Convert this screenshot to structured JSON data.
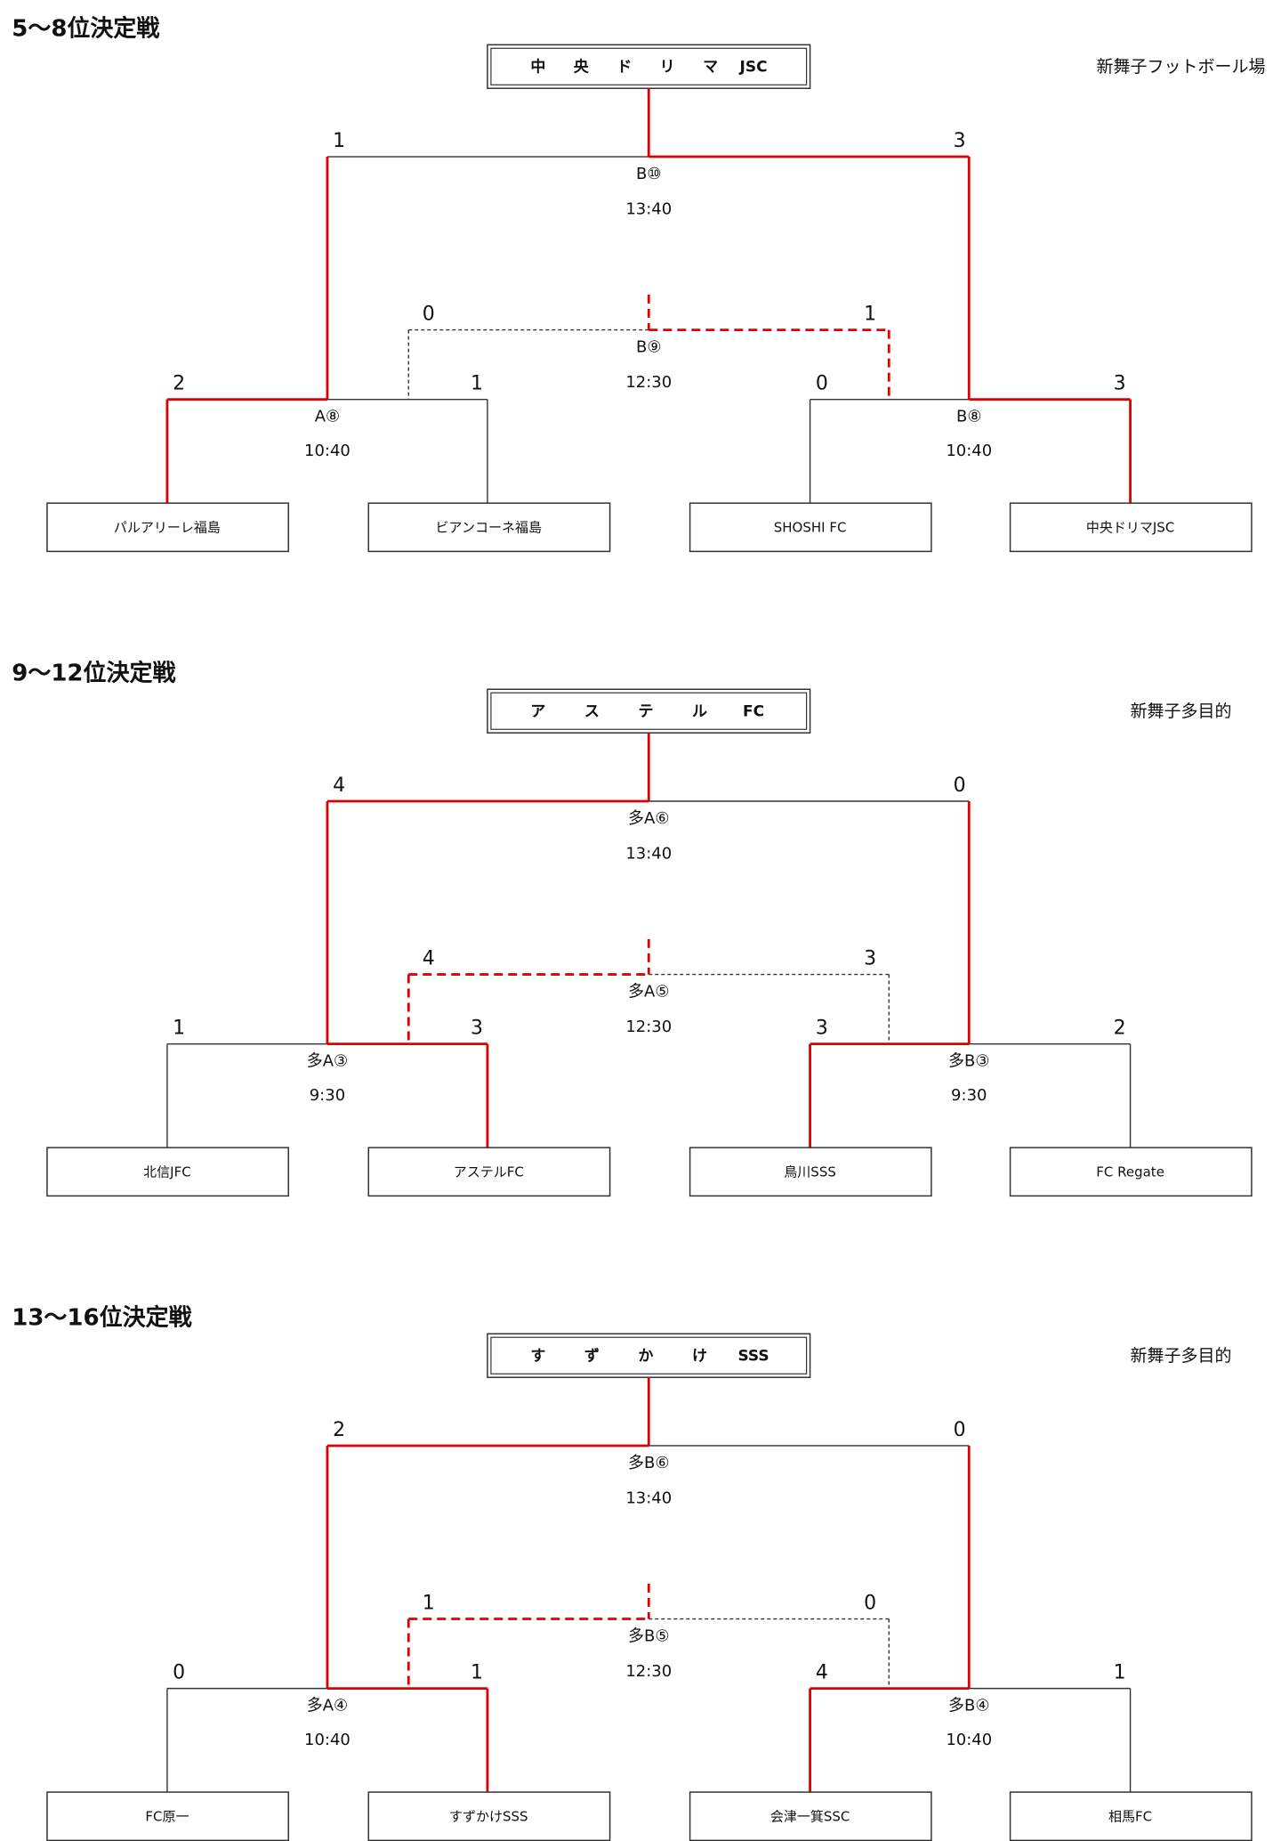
{
  "colors": {
    "winner_line": "#e00000",
    "line": "#333333",
    "text": "#111111"
  },
  "sections": [
    {
      "title": "5～8位決定戦",
      "venue": "新舞子フットボール場",
      "champion": [
        "中",
        "央",
        "ド",
        "リ",
        "マ",
        "JSC"
      ],
      "final": {
        "label": "B⑩",
        "time": "13:40",
        "score_left": "1",
        "score_right": "3",
        "winner": "right"
      },
      "third": {
        "label": "B⑨",
        "time": "12:30",
        "score_left": "0",
        "score_right": "1",
        "winner": "right"
      },
      "round1": [
        {
          "label": "A⑧",
          "time": "10:40",
          "score_left": "2",
          "score_right": "1",
          "winner": "left"
        },
        {
          "label": "B⑧",
          "time": "10:40",
          "score_left": "0",
          "score_right": "3",
          "winner": "right"
        }
      ],
      "teams": [
        "パルアリーレ福島",
        "ビアンコーネ福島",
        "SHOSHI FC",
        "中央ドリマJSC"
      ],
      "final_left_vertical_red": true,
      "final_right_vertical_red": true
    },
    {
      "title": "9～12位決定戦",
      "venue": "新舞子多目的",
      "champion": [
        "ア",
        "ス",
        "テ",
        "ル",
        "FC"
      ],
      "final": {
        "label": "多A⑥",
        "time": "13:40",
        "score_left": "4",
        "score_right": "0",
        "winner": "left"
      },
      "third": {
        "label": "多A⑤",
        "time": "12:30",
        "score_left": "4",
        "score_right": "3",
        "winner": "left"
      },
      "round1": [
        {
          "label": "多A③",
          "time": "9:30",
          "score_left": "1",
          "score_right": "3",
          "winner": "right"
        },
        {
          "label": "多B③",
          "time": "9:30",
          "score_left": "3",
          "score_right": "2",
          "winner": "left"
        }
      ],
      "teams": [
        "北信JFC",
        "アステルFC",
        "鳥川SSS",
        "FC Regate"
      ],
      "final_left_vertical_red": true,
      "final_right_vertical_red": true
    },
    {
      "title": "13～16位決定戦",
      "venue": "新舞子多目的",
      "champion": [
        "す",
        "ず",
        "か",
        "け",
        "SSS"
      ],
      "final": {
        "label": "多B⑥",
        "time": "13:40",
        "score_left": "2",
        "score_right": "0",
        "winner": "left"
      },
      "third": {
        "label": "多B⑤",
        "time": "12:30",
        "score_left": "1",
        "score_right": "0",
        "winner": "left"
      },
      "round1": [
        {
          "label": "多A④",
          "time": "10:40",
          "score_left": "0",
          "score_right": "1",
          "winner": "right"
        },
        {
          "label": "多B④",
          "time": "10:40",
          "score_left": "4",
          "score_right": "1",
          "winner": "left"
        }
      ],
      "teams": [
        "FC原一",
        "すずかけSSS",
        "会津一箕SSC",
        "相馬FC"
      ],
      "final_left_vertical_red": true,
      "final_right_vertical_red": true
    }
  ]
}
